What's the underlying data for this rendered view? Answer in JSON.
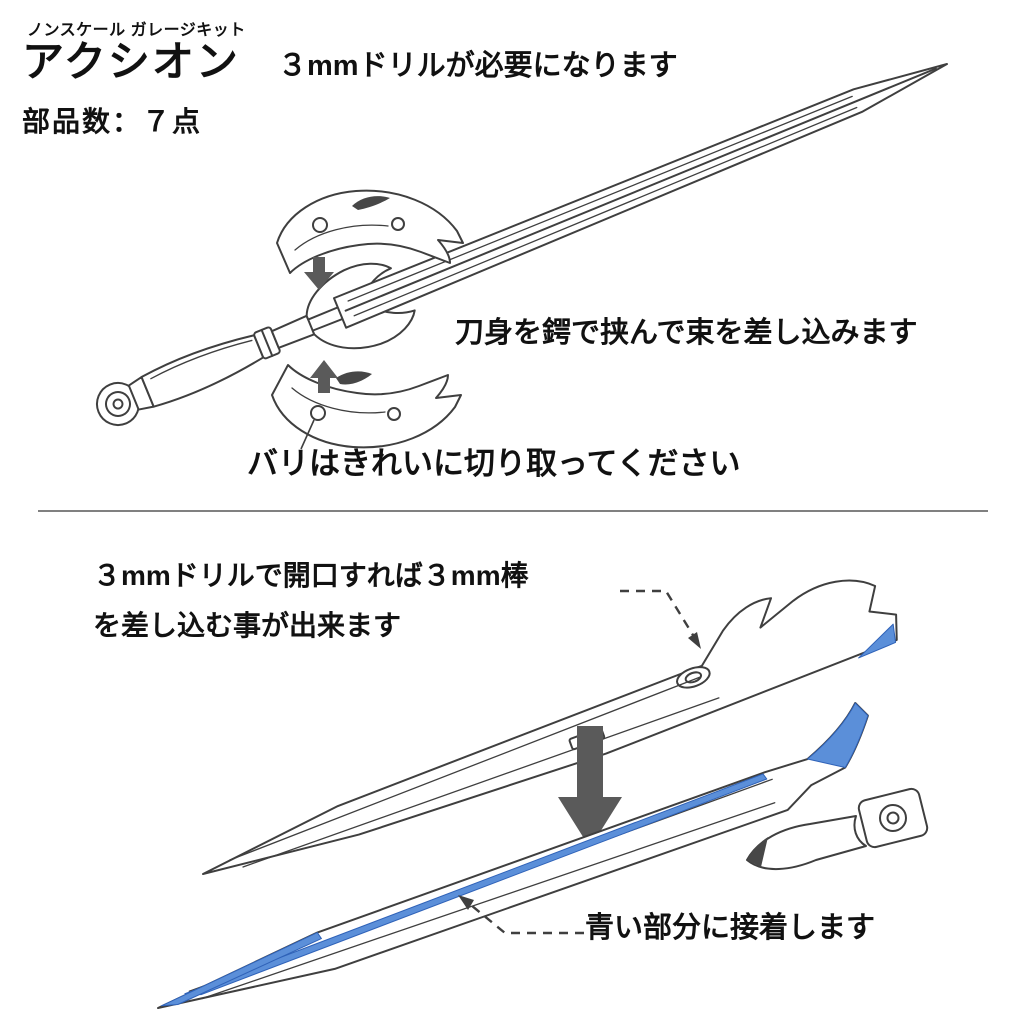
{
  "header": {
    "kit_type": "ノンスケール ガレージキット",
    "title": "アクシオン",
    "parts_count": "部品数：７点"
  },
  "section_top": {
    "note_drill": "３mmドリルが必要になります",
    "note_assembly": "刀身を鍔で挟んで束を差し込みます",
    "note_burr": "バリはきれいに切り取ってください"
  },
  "section_bottom": {
    "note_drill_line1": "３mmドリルで開口すれば３mm棒",
    "note_drill_line2": "を差し込む事が出来ます",
    "note_glue": "青い部分に接着します"
  },
  "colors": {
    "line_art": "#3f3f3f",
    "glue_blue": "#5b8fd9",
    "glue_blue_outline": "#2f62b8",
    "arrow_gray": "#5a5a5a",
    "divider_gray": "#808080",
    "text": "#111111",
    "background": "#ffffff"
  }
}
